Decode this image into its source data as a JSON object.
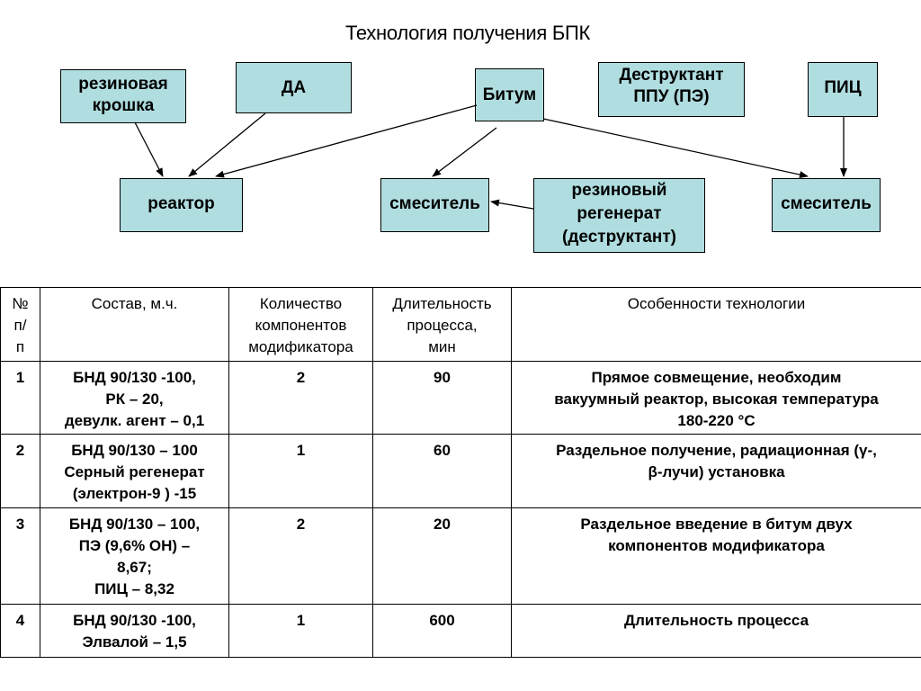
{
  "title": "Технология получения БПК",
  "diagram": {
    "top_nodes": {
      "crumb": "резиновая\nкрошка",
      "da": "ДА",
      "bitum": "Битум",
      "destructant": "Деструктант\nППУ (ПЭ)",
      "pic": "ПИЦ"
    },
    "bottom_nodes": {
      "reactor": "реактор",
      "mixer1": "смеситель",
      "regenerate": "резиновый\nрегенерат\n(деструктант)",
      "mixer2": "смеситель"
    },
    "box_color": "#b0dde0"
  },
  "table": {
    "headers": [
      "№\nп/\nп",
      "Состав, м.ч.",
      "Количество\nкомпонентов\nмодификатора",
      "Длительность\nпроцесса,\nмин",
      "Особенности технологии"
    ],
    "rows": [
      {
        "num": "1",
        "composition": "БНД 90/130 -100,\nРК – 20,\nдевулк. агент – 0,1",
        "count": "2",
        "duration": "90",
        "features": "Прямое совмещение, необходим\nвакуумный реактор, высокая температура\n180-220 °С"
      },
      {
        "num": "2",
        "composition": "БНД 90/130 – 100\nСерный регенерат\n(электрон-9 ) -15",
        "count": "1",
        "duration": "60",
        "features": "Раздельное получение, радиационная (γ-,\nβ-лучи) установка"
      },
      {
        "num": "3",
        "composition": "БНД 90/130 – 100,\nПЭ (9,6% ОН) –\n8,67;\nПИЦ – 8,32",
        "count": "2",
        "duration": "20",
        "features": "Раздельное введение в битум двух\nкомпонентов модификатора"
      },
      {
        "num": "4",
        "composition": "БНД 90/130 -100,\nЭлвалой – 1,5",
        "count": "1",
        "duration": "600",
        "features": "Длительность процесса"
      }
    ]
  }
}
